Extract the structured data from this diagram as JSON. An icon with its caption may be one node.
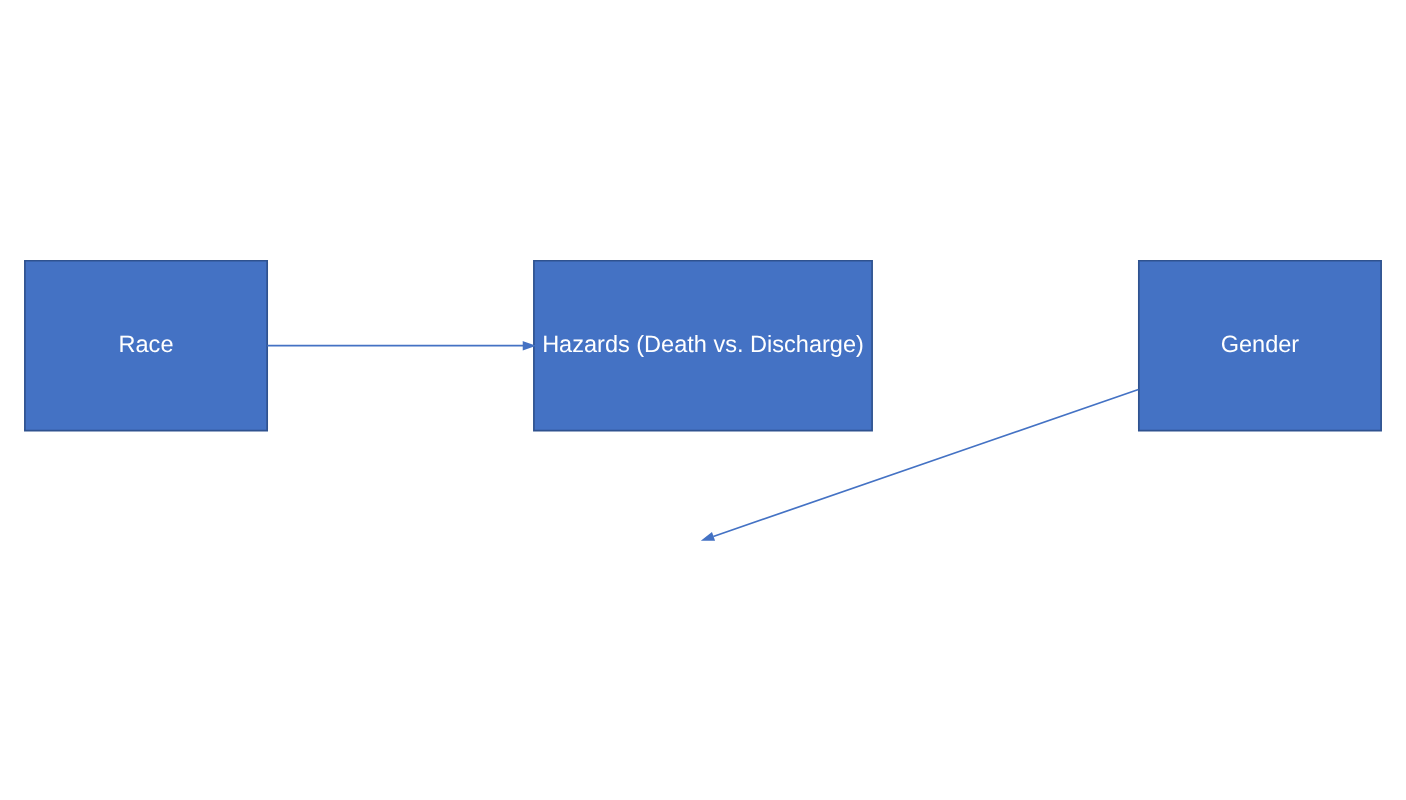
{
  "diagram": {
    "nodes": [
      {
        "text": [
          "Race"
        ]
      },
      {
        "text": [
          "Hazards (Death vs. Discharge)"
        ]
      },
      {
        "text": [
          "Gender"
        ]
      }
    ],
    "edges": [
      {
        "from": 0,
        "to": 1,
        "arrow": "to"
      },
      {
        "from": 2,
        "to": null,
        "arrow": "to"
      }
    ]
  }
}
